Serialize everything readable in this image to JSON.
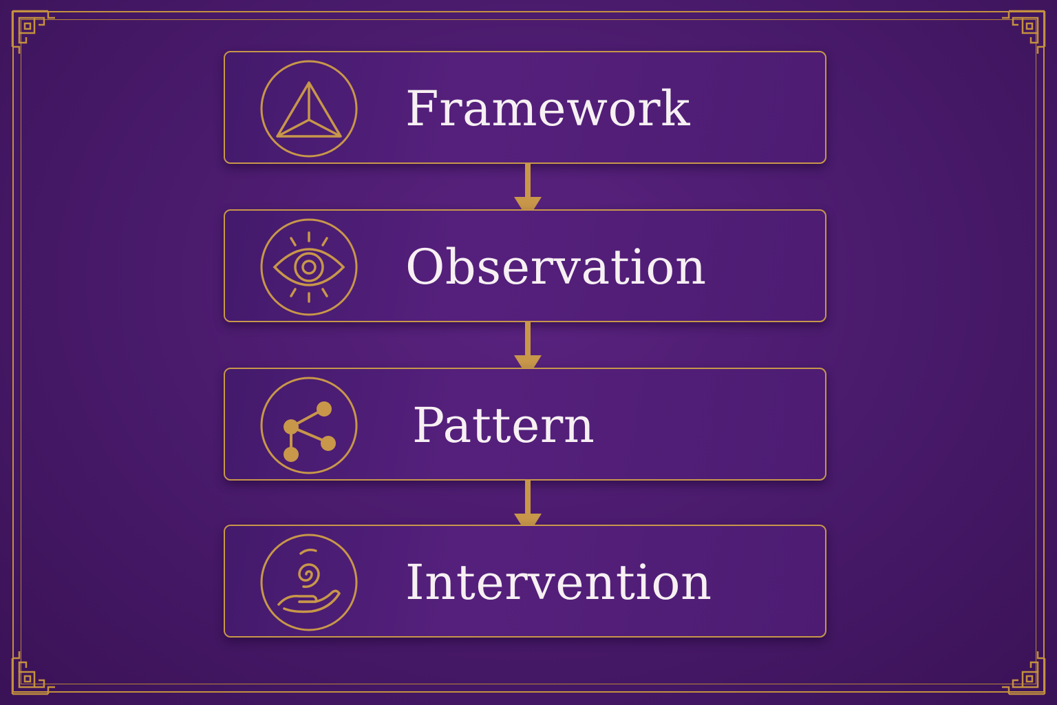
{
  "diagram": {
    "steps": [
      {
        "label": "Framework",
        "icon": "triangle-icon"
      },
      {
        "label": "Observation",
        "icon": "eye-icon"
      },
      {
        "label": "Pattern",
        "icon": "network-icon"
      },
      {
        "label": "Intervention",
        "icon": "spiral-hand-icon"
      }
    ]
  },
  "colors": {
    "background": "#4b1b6e",
    "gold": "#c8974a",
    "text": "#f7f0f3"
  }
}
